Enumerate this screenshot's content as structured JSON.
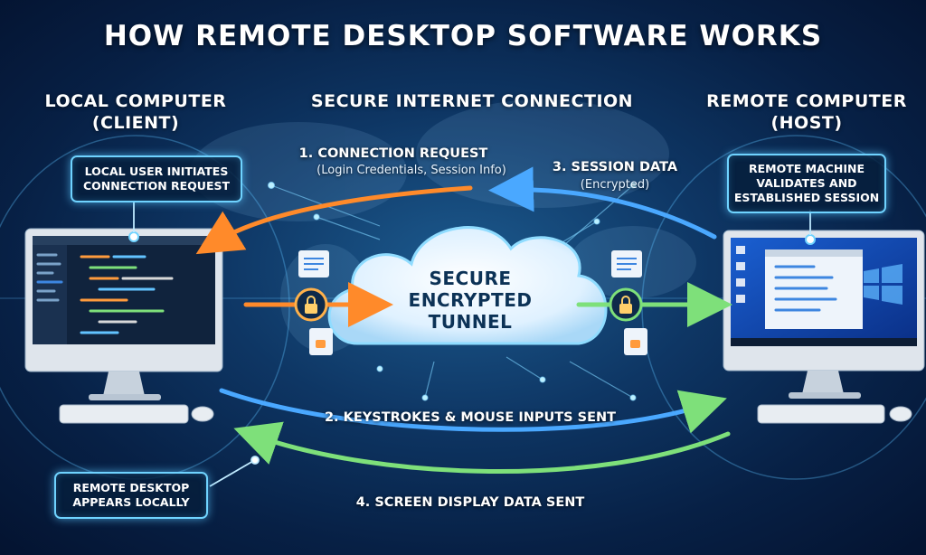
{
  "title": "HOW REMOTE DESKTOP SOFTWARE WORKS",
  "headings": {
    "local": "LOCAL COMPUTER\n(CLIENT)",
    "internet": "SECURE INTERNET CONNECTION",
    "remote": "REMOTE COMPUTER\n(HOST)"
  },
  "callouts": {
    "local_user": "LOCAL USER INITIATES\nCONNECTION REQUEST",
    "remote_machine": "REMOTE MACHINE\nVALIDATES AND\nESTABLISHED SESSION",
    "appears_locally": "REMOTE DESKTOP\nAPPEARS LOCALLY"
  },
  "steps": {
    "s1_title": "1. CONNECTION REQUEST",
    "s1_detail": "(Login Credentials, Session Info)",
    "s2": "2. KEYSTROKES & MOUSE INPUTS SENT",
    "s3_title": "3. SESSION DATA",
    "s3_detail": "(Encrypted)",
    "s4": "4. SCREEN DISPLAY DATA SENT"
  },
  "cloud": "SECURE\nENCRYPTED\nTUNNEL",
  "colors": {
    "orange": "#ff8a2a",
    "blue": "#4aa8ff",
    "green": "#7ee07a",
    "glow": "#6fd3ff"
  },
  "icons": [
    "document-icon",
    "lock-icon",
    "locked-file-icon",
    "windows-logo-icon"
  ]
}
